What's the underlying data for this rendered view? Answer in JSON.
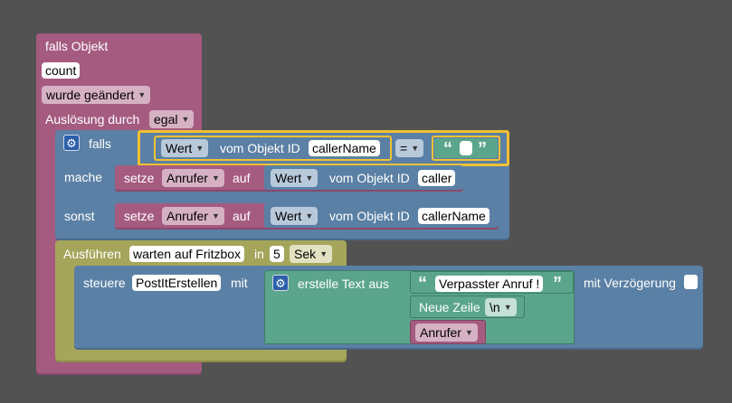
{
  "event_block": {
    "title": "falls Objekt",
    "object": "count",
    "condition": "wurde geändert",
    "trigger_label": "Auslösung durch",
    "trigger_value": "egal"
  },
  "if_block": {
    "if_label": "falls",
    "compare_prop": "Wert",
    "of_object_label": "vom Objekt ID",
    "compare_object": "callerName",
    "operator": "=",
    "compare_text": "",
    "do_label": "mache",
    "else_label": "sonst"
  },
  "set_do": {
    "set_label": "setze",
    "variable": "Anrufer",
    "to_label": "auf",
    "prop": "Wert",
    "of_object_label": "vom Objekt ID",
    "object": "caller"
  },
  "set_else": {
    "set_label": "setze",
    "variable": "Anrufer",
    "to_label": "auf",
    "prop": "Wert",
    "of_object_label": "vom Objekt ID",
    "object": "callerName"
  },
  "exec_block": {
    "label": "Ausführen",
    "name": "warten auf Fritzbox",
    "in_label": "in",
    "delay": "5",
    "unit": "Sek"
  },
  "control_block": {
    "label": "steuere",
    "object": "PostItErstellen",
    "with_label": "mit",
    "delay_label": "mit Verzögerung"
  },
  "text_join": {
    "label": "erstelle Text aus",
    "text1": "Verpasster Anruf !",
    "newline_label": "Neue Zeile",
    "newline_value": "\\n",
    "variable": "Anrufer"
  },
  "colors": {
    "event": "#a55b80",
    "logic": "#5b80a5",
    "timer": "#a5a55b",
    "text": "#5ba58c",
    "highlight": "#f2c132"
  }
}
